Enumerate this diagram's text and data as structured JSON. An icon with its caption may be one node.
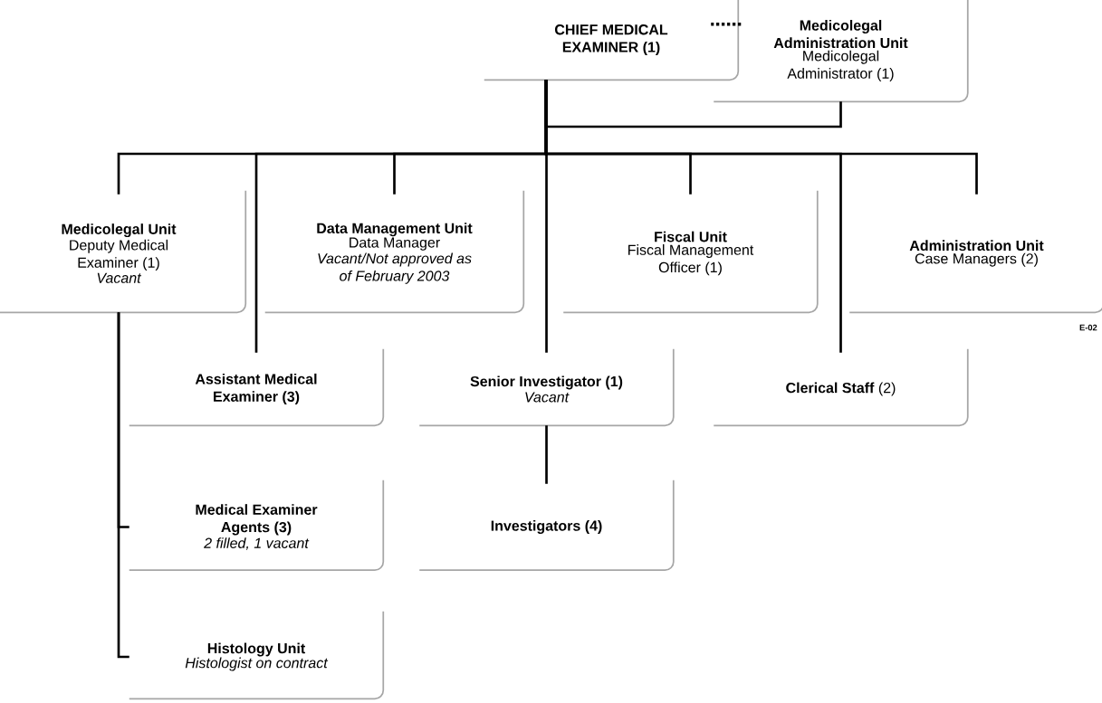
{
  "diagram": {
    "nodes": [
      {
        "text": [
          "CHIEF MEDICAL EXAMINER (1)"
        ]
      },
      {
        "text": [
          "Medicolegal Administration Unit",
          "Medicolegal Administrator (1)"
        ]
      },
      {
        "text": [
          "Medicolegal Unit",
          "Deputy Medical Examiner (1)",
          "Vacant"
        ]
      },
      {
        "text": [
          "Data Management Unit",
          "Data Manager",
          "Vacant/Not approved as of February 2003"
        ]
      },
      {
        "text": [
          "Fiscal Unit",
          "Fiscal Management Officer (1)"
        ]
      },
      {
        "text": [
          "Administration Unit",
          "Case Managers (2)"
        ]
      },
      {
        "text": [
          "Assistant Medical Examiner (3)"
        ]
      },
      {
        "text": [
          "Senior Investigator (1)",
          "Vacant"
        ]
      },
      {
        "text": [
          "**Clerical Staff** (2)"
        ]
      },
      {
        "text": [
          "Medical Examiner Agents (3)",
          "2 filled, 1 vacant"
        ]
      },
      {
        "text": [
          "Investigators (4)"
        ]
      },
      {
        "text": [
          "Histology Unit",
          "Histologist on contract"
        ]
      }
    ],
    "edges": [
      {
        "from": 0,
        "to": 1,
        "arrow": "none",
        "style": "dashed"
      },
      {
        "from": 0,
        "to": 1,
        "arrow": "none"
      },
      {
        "from": 0,
        "to": 2,
        "arrow": "none"
      },
      {
        "from": 0,
        "to": 6,
        "arrow": "none"
      },
      {
        "from": 0,
        "to": 3,
        "arrow": "none"
      },
      {
        "from": 0,
        "to": 7,
        "arrow": "none"
      },
      {
        "from": 0,
        "to": 4,
        "arrow": "none"
      },
      {
        "from": 0,
        "to": 8,
        "arrow": "none"
      },
      {
        "from": 0,
        "to": 5,
        "arrow": "none"
      },
      {
        "from": 7,
        "to": 10,
        "arrow": "none"
      },
      {
        "from": 2,
        "to": 9,
        "arrow": "none"
      },
      {
        "from": 2,
        "to": 11,
        "arrow": "none"
      }
    ],
    "labels": [
      "E-02"
    ]
  }
}
